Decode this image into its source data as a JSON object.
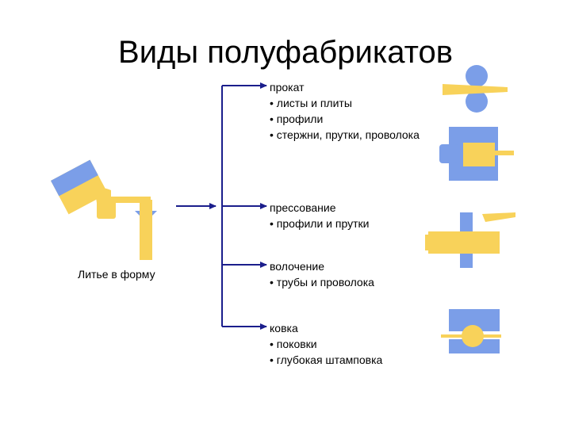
{
  "title": "Виды полуфабрикатов",
  "casting_label": "Литье в форму",
  "groups": [
    {
      "head": "прокат",
      "items": [
        "• листы и плиты",
        "• профили",
        "• стержни, прутки, проволока"
      ]
    },
    {
      "head": "прессование",
      "items": [
        "• профили и прутки"
      ]
    },
    {
      "head": "волочение",
      "items": [
        "• трубы и проволока"
      ]
    },
    {
      "head": "ковка",
      "items": [
        "• поковки",
        "• глубокая штамповка"
      ]
    }
  ],
  "colors": {
    "blue": "#7b9ee8",
    "yellow": "#f8d25a",
    "line": "#1b1e8c"
  }
}
